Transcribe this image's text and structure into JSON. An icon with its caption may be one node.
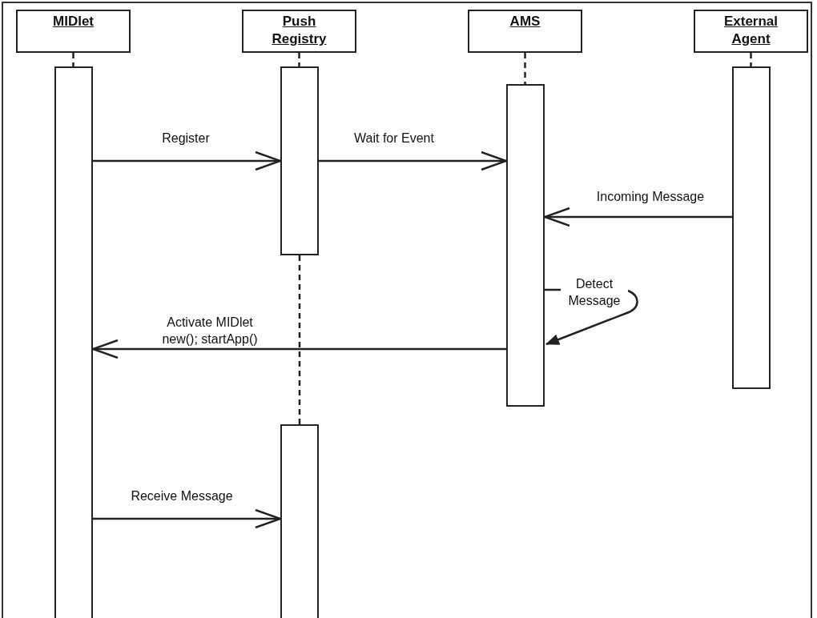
{
  "diagram": {
    "nodes": [
      {
        "text": [
          "MIDlet"
        ]
      },
      {
        "text": [
          "Push Registry"
        ]
      },
      {
        "text": [
          "AMS"
        ]
      },
      {
        "text": [
          "External Agent"
        ]
      },
      {
        "text": [],
        "shape": "bar"
      },
      {
        "text": [],
        "shape": "bar"
      },
      {
        "text": [],
        "shape": "bar"
      },
      {
        "text": [],
        "shape": "bar"
      },
      {
        "text": [],
        "shape": "bar"
      }
    ],
    "edges": [
      {
        "from": 0,
        "to": 4,
        "arrow": "none",
        "style": "dashed"
      },
      {
        "from": 1,
        "to": 5,
        "arrow": "none",
        "style": "dashed"
      },
      {
        "from": 2,
        "to": 6,
        "arrow": "none",
        "style": "dashed"
      },
      {
        "from": 3,
        "to": 7,
        "arrow": "none",
        "style": "dashed"
      },
      {
        "from": 4,
        "to": 5,
        "arrow": "to",
        "label": "Register"
      },
      {
        "from": 5,
        "to": 6,
        "arrow": "to",
        "label": "Wait for Event"
      },
      {
        "from": 7,
        "to": 6,
        "arrow": "to",
        "label": "Incoming Message"
      },
      {
        "from": 6,
        "to": 6,
        "arrow": "to",
        "label": "Detect Message"
      },
      {
        "from": 6,
        "to": 4,
        "arrow": "to",
        "label": "Activate MIDlet new(); startApp()"
      },
      {
        "from": 5,
        "to": 8,
        "arrow": "none",
        "style": "dashed"
      },
      {
        "from": 4,
        "to": 8,
        "arrow": "to",
        "label": "Receive Message"
      }
    ]
  }
}
